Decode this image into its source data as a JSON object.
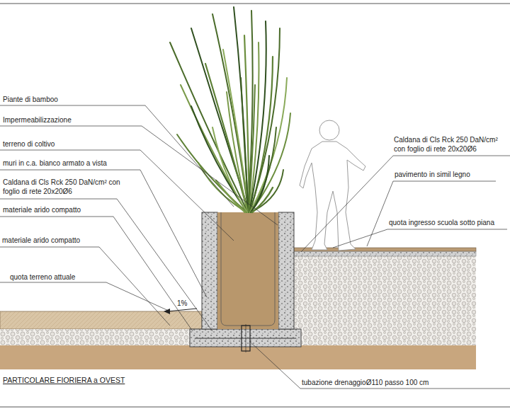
{
  "diagram": {
    "title": "PARTICOLARE FIORIERA a OVEST",
    "labels": [
      "Piante di bamboo",
      "Impermeabilizzazione",
      "terreno di coltivo",
      "muri in c.a. bianco armato a vista",
      "Caldana di Cls Rck 250 DaN/cm² con foglio di rete 20x20Ø6",
      "materiale arido compatto",
      "materiale arido compatto",
      "quota terreno attuale",
      "1%",
      "Caldana di Cls Rck 250 DaN/cm² con foglio di rete 20x20Ø6",
      "pavimento in simil legno",
      "quota ingresso scuola sotto piana",
      "tubazione drenaggioØ110 passo 100 cm"
    ]
  }
}
